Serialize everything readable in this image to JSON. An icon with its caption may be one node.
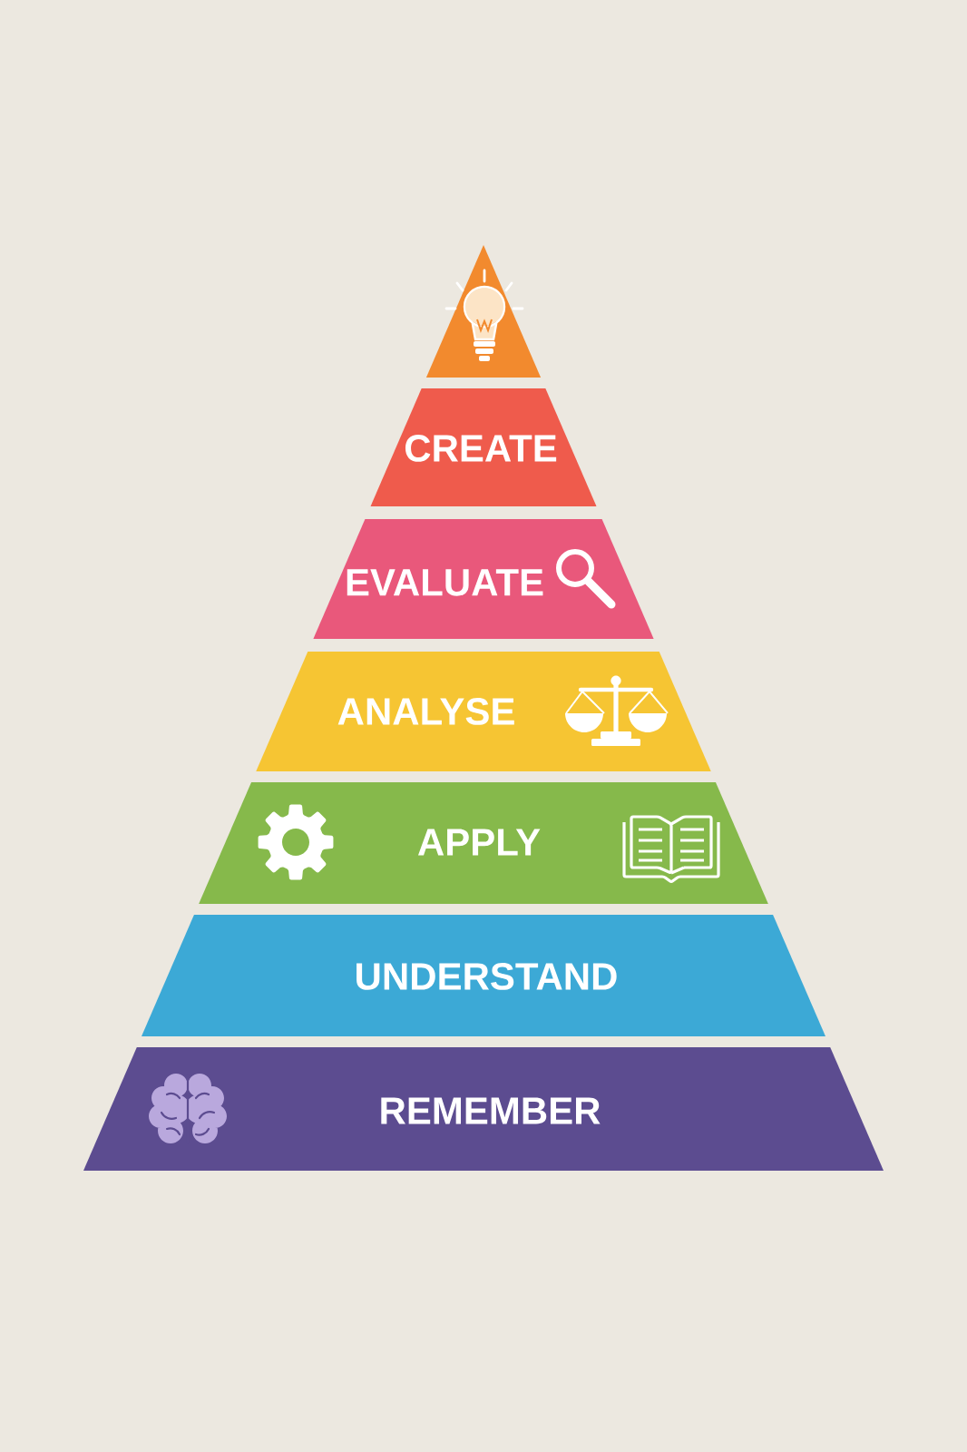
{
  "diagram": {
    "nodes": [
      {
        "text": [],
        "shape": "triangle"
      },
      {
        "text": [
          "CREATE"
        ]
      },
      {
        "text": [
          "EVALUATE"
        ]
      },
      {
        "text": [
          "ANALYSE"
        ]
      },
      {
        "text": [
          "APPLY"
        ]
      },
      {
        "text": [
          "UNDERSTAND"
        ]
      },
      {
        "text": [
          "REMEMBER"
        ]
      }
    ]
  }
}
